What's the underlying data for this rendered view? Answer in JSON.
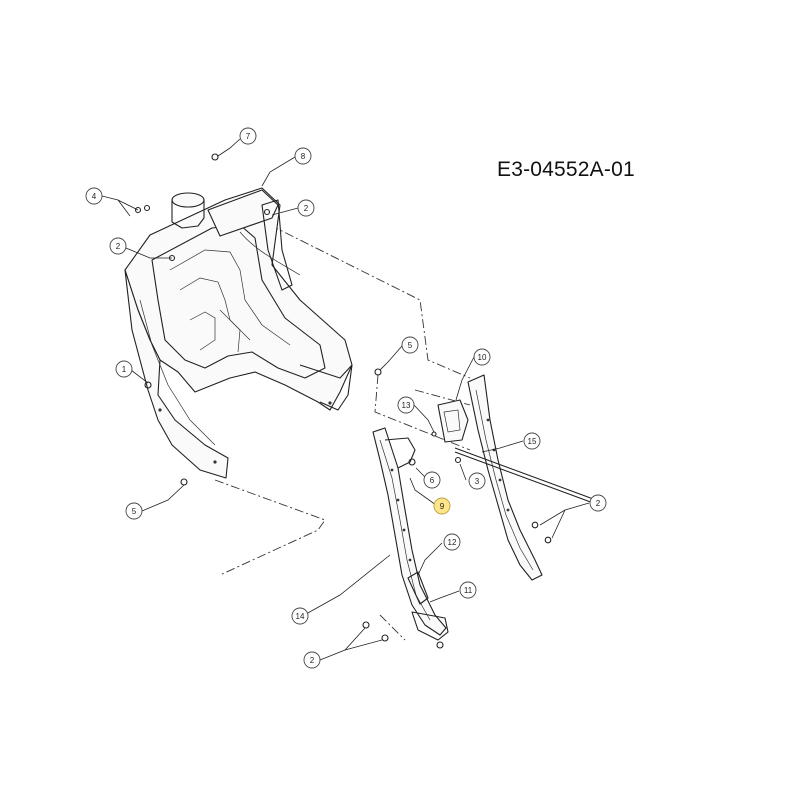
{
  "drawing": {
    "reference_code": "E3-04552A-01"
  },
  "callouts": [
    {
      "id": "c7",
      "label": "7"
    },
    {
      "id": "c8",
      "label": "8"
    },
    {
      "id": "c4",
      "label": "4"
    },
    {
      "id": "c2a",
      "label": "2"
    },
    {
      "id": "c2b",
      "label": "2"
    },
    {
      "id": "c5a",
      "label": "5"
    },
    {
      "id": "c1",
      "label": "1"
    },
    {
      "id": "c10",
      "label": "10"
    },
    {
      "id": "c13",
      "label": "13"
    },
    {
      "id": "c15",
      "label": "15"
    },
    {
      "id": "c6",
      "label": "6"
    },
    {
      "id": "c3",
      "label": "3"
    },
    {
      "id": "c9",
      "label": "9",
      "highlight": "#fde58a"
    },
    {
      "id": "c2c",
      "label": "2"
    },
    {
      "id": "c12",
      "label": "12"
    },
    {
      "id": "c5b",
      "label": "5"
    },
    {
      "id": "c11",
      "label": "11"
    },
    {
      "id": "c14",
      "label": "14"
    },
    {
      "id": "c2d",
      "label": "2"
    }
  ]
}
